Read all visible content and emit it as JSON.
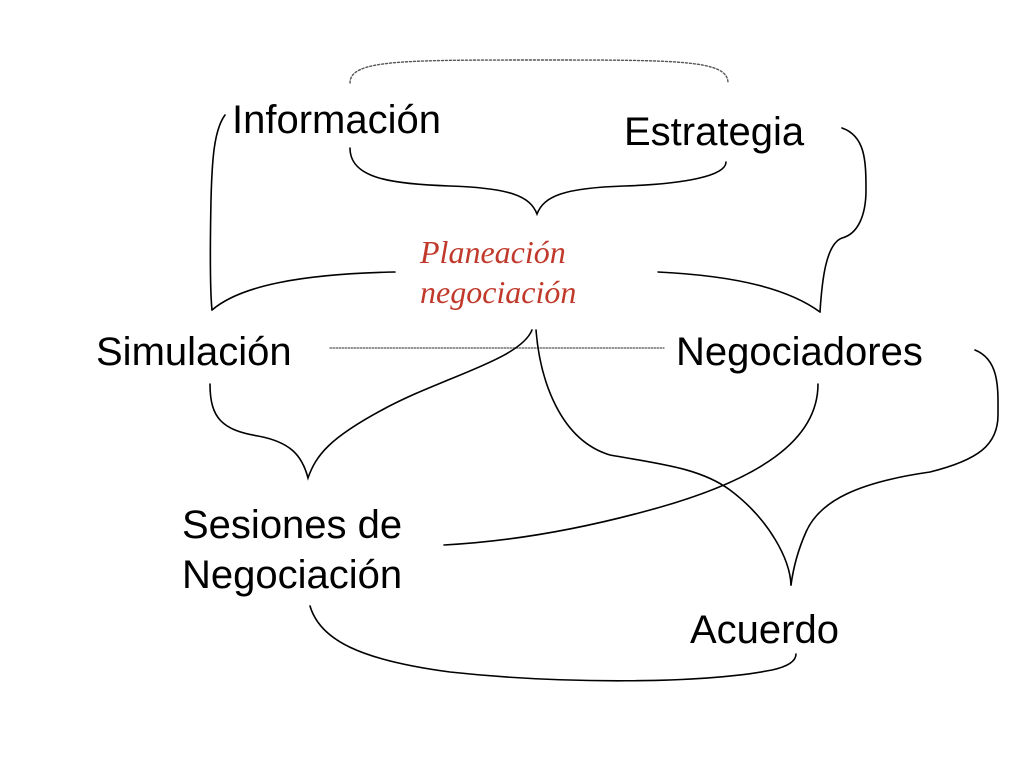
{
  "center": {
    "line1": "Planeación",
    "line2": "negociación",
    "color": "#c0392b"
  },
  "nodes": {
    "informacion": "Información",
    "estrategia": "Estrategia",
    "simulacion": "Simulación",
    "negociadores": "Negociadores",
    "sesiones_line1": "Sesiones de",
    "sesiones_line2": "Negociación",
    "acuerdo": "Acuerdo"
  },
  "colors": {
    "ink": "#000000",
    "dotted": "#555555"
  }
}
